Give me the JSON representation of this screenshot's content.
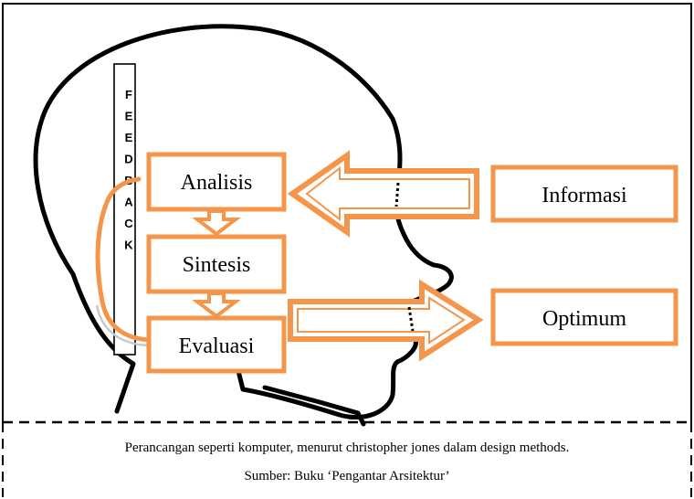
{
  "colors": {
    "accent": "#f4954a",
    "outline": "#000000",
    "background": "#ffffff"
  },
  "boxes": {
    "analisis": "Analisis",
    "sintesis": "Sintesis",
    "evaluasi": "Evaluasi",
    "informasi": "Informasi",
    "optimum": "Optimum"
  },
  "feedback": {
    "letters": [
      "F",
      "E",
      "E",
      "D",
      "B",
      "A",
      "C",
      "K"
    ]
  },
  "caption": {
    "line1": "Perancangan seperti komputer, menurut christopher jones dalam design methods.",
    "line2": "Sumber: Buku ‘Pengantar Arsitektur’"
  }
}
